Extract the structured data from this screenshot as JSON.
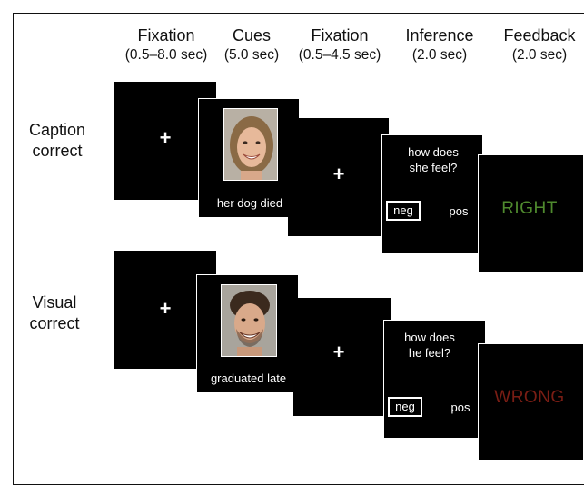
{
  "header": [
    {
      "title": "Fixation",
      "duration": "(0.5–8.0 sec)"
    },
    {
      "title": "Cues",
      "duration": "(5.0 sec)"
    },
    {
      "title": "Fixation",
      "duration": "(0.5–4.5 sec)"
    },
    {
      "title": "Inference",
      "duration": "(2.0 sec)"
    },
    {
      "title": "Feedback",
      "duration": "(2.0 sec)"
    }
  ],
  "rows": [
    {
      "label_line1": "Caption",
      "label_line2": "correct",
      "fixation": "+",
      "cue_caption": "her dog died",
      "question_line1": "how does",
      "question_line2": "she feel?",
      "option_neg": "neg",
      "option_pos": "pos",
      "feedback": "RIGHT",
      "feedback_color": "#4f8a2e"
    },
    {
      "label_line1": "Visual",
      "label_line2": "correct",
      "fixation": "+",
      "cue_caption": "graduated late",
      "question_line1": "how does",
      "question_line2": "he feel?",
      "option_neg": "neg",
      "option_pos": "pos",
      "feedback": "WRONG",
      "feedback_color": "#7a1d14"
    }
  ]
}
